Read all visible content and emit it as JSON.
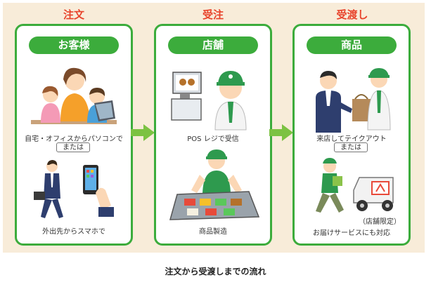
{
  "stages": [
    {
      "title": "注文",
      "header": "お客様",
      "caption1": "自宅・オフィスからパソコンで",
      "or_label": "または",
      "caption2": "外出先からスマホで"
    },
    {
      "title": "受注",
      "header": "店舗",
      "caption1": "POS レジで受信",
      "caption2": "商品製造"
    },
    {
      "title": "受渡し",
      "header": "商品",
      "caption1": "来店してテイクアウト",
      "or_label": "または",
      "note": "（店舗限定）",
      "caption2": "お届けサービスにも対応"
    }
  ],
  "footer": "注文から受渡しまでの流れ",
  "colors": {
    "green": "#3cac3c",
    "red": "#e8432b",
    "background": "#f8ecd9"
  }
}
